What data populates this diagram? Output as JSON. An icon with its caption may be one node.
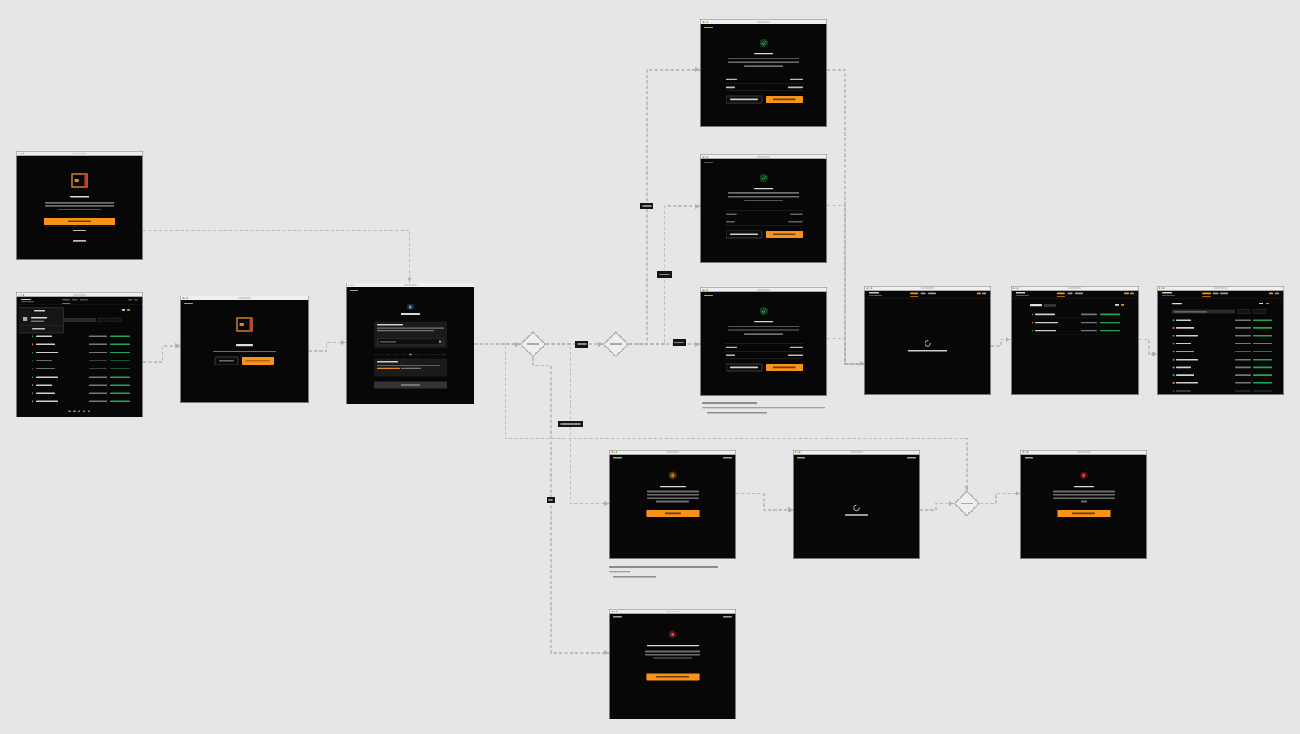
{
  "diagram": {
    "nodes": [
      {
        "text": [],
        "shape": "picture"
      },
      {
        "text": [],
        "shape": "picture"
      },
      {
        "text": [],
        "shape": "picture"
      },
      {
        "text": [],
        "shape": "picture"
      },
      {
        "text": [],
        "shape": "diamond"
      },
      {
        "text": [],
        "shape": "diamond"
      },
      {
        "text": [],
        "shape": "picture"
      },
      {
        "text": [],
        "shape": "picture"
      },
      {
        "text": [],
        "shape": "picture"
      },
      {
        "text": [],
        "shape": "picture"
      },
      {
        "text": [],
        "shape": "picture"
      },
      {
        "text": [],
        "shape": "picture"
      },
      {
        "text": [],
        "shape": "picture"
      },
      {
        "text": [],
        "shape": "picture"
      },
      {
        "text": [],
        "shape": "diamond"
      },
      {
        "text": [],
        "shape": "picture"
      },
      {
        "text": [],
        "shape": "picture"
      }
    ],
    "edges": [
      {
        "from": 0,
        "to": 3,
        "arrow": "to",
        "style": "dashed"
      },
      {
        "from": 1,
        "to": 2,
        "arrow": "to",
        "style": "dashed"
      },
      {
        "from": 2,
        "to": 3,
        "arrow": "to",
        "style": "dashed"
      },
      {
        "from": 3,
        "to": 4,
        "arrow": "to",
        "style": "dashed"
      },
      {
        "from": 4,
        "to": 5,
        "arrow": "to",
        "style": "dashed"
      },
      {
        "from": 5,
        "to": 6,
        "arrow": "to",
        "style": "dashed"
      },
      {
        "from": 5,
        "to": 7,
        "arrow": "to",
        "style": "dashed"
      },
      {
        "from": 5,
        "to": 8,
        "arrow": "to",
        "style": "dashed"
      },
      {
        "from": 6,
        "to": 9,
        "arrow": "to",
        "style": "dashed"
      },
      {
        "from": 7,
        "to": 9,
        "arrow": "to",
        "style": "dashed"
      },
      {
        "from": 8,
        "to": 9,
        "arrow": "to",
        "style": "dashed"
      },
      {
        "from": 9,
        "to": 10,
        "arrow": "to",
        "style": "dashed"
      },
      {
        "from": 10,
        "to": 11,
        "arrow": "to",
        "style": "dashed"
      },
      {
        "from": 4,
        "to": 12,
        "arrow": "to",
        "style": "dashed"
      },
      {
        "from": 4,
        "to": 16,
        "arrow": "to",
        "style": "dashed"
      },
      {
        "from": 4,
        "to": 14,
        "arrow": "to",
        "style": "dashed"
      },
      {
        "from": 12,
        "to": 13,
        "arrow": "to",
        "style": "dashed"
      },
      {
        "from": 13,
        "to": 14,
        "arrow": "to",
        "style": "dashed"
      },
      {
        "from": 14,
        "to": 15,
        "arrow": "to",
        "style": "dashed"
      }
    ]
  }
}
